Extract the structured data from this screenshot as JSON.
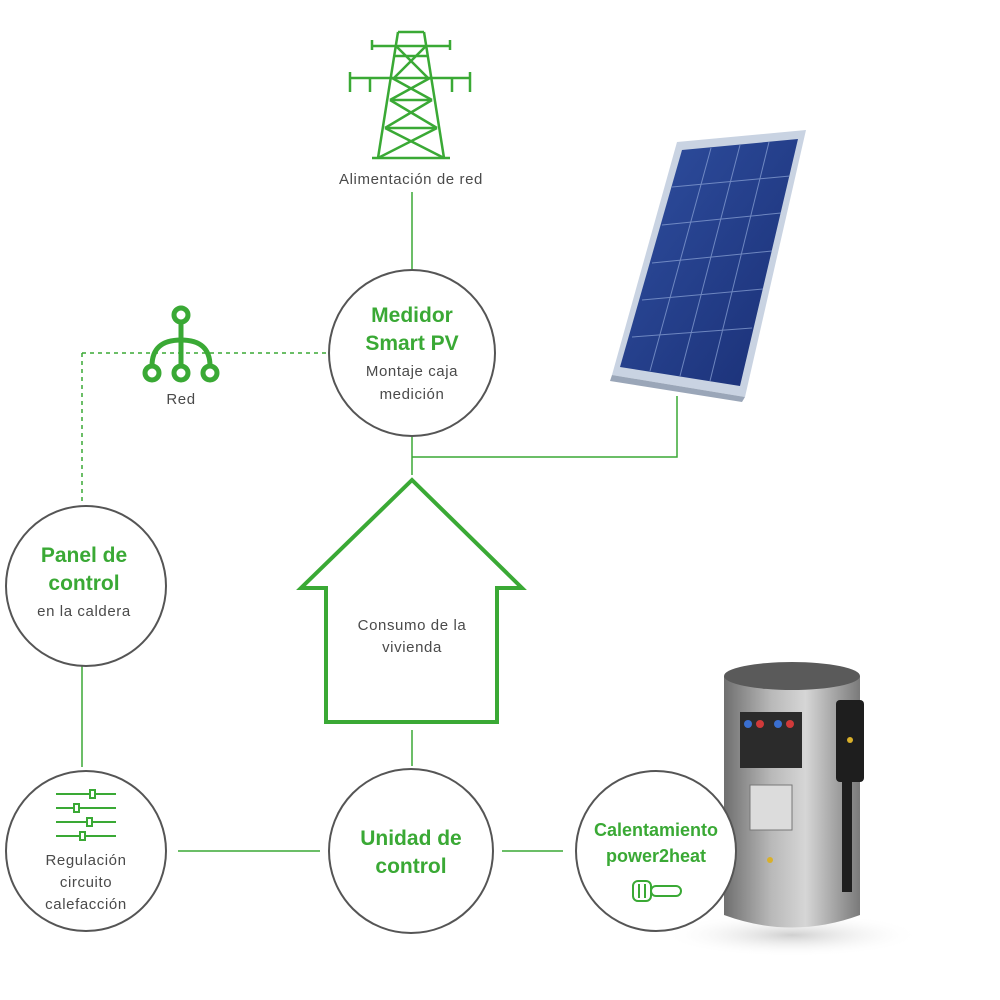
{
  "colors": {
    "accent": "#3aa935",
    "node_border": "#555555",
    "text": "#4a4a4a"
  },
  "grid_power": {
    "label": "Alimentación de red",
    "icon": "transmission-tower-icon"
  },
  "network": {
    "label": "Red",
    "icon": "network-icon"
  },
  "smart_meter": {
    "title_line1": "Medidor",
    "title_line2": "Smart PV",
    "sub_line1": "Montaje caja",
    "sub_line2": "medición"
  },
  "control_panel": {
    "title_line1": "Panel de",
    "title_line2": "control",
    "sub_line1": "en la caldera"
  },
  "house": {
    "line1": "Consumo de la",
    "line2": "vivienda",
    "icon": "house-icon"
  },
  "heating_regulation": {
    "line1": "Regulación",
    "line2": "circuito",
    "line3": "calefacción",
    "icon": "sliders-icon"
  },
  "control_unit": {
    "title_line1": "Unidad de",
    "title_line2": "control"
  },
  "power2heat": {
    "title_line1": "Calentamiento",
    "title_line2": "power2heat",
    "icon": "heating-element-icon"
  },
  "solar_panel": {
    "icon": "solar-panel-image"
  },
  "storage_tank": {
    "icon": "storage-tank-image"
  }
}
